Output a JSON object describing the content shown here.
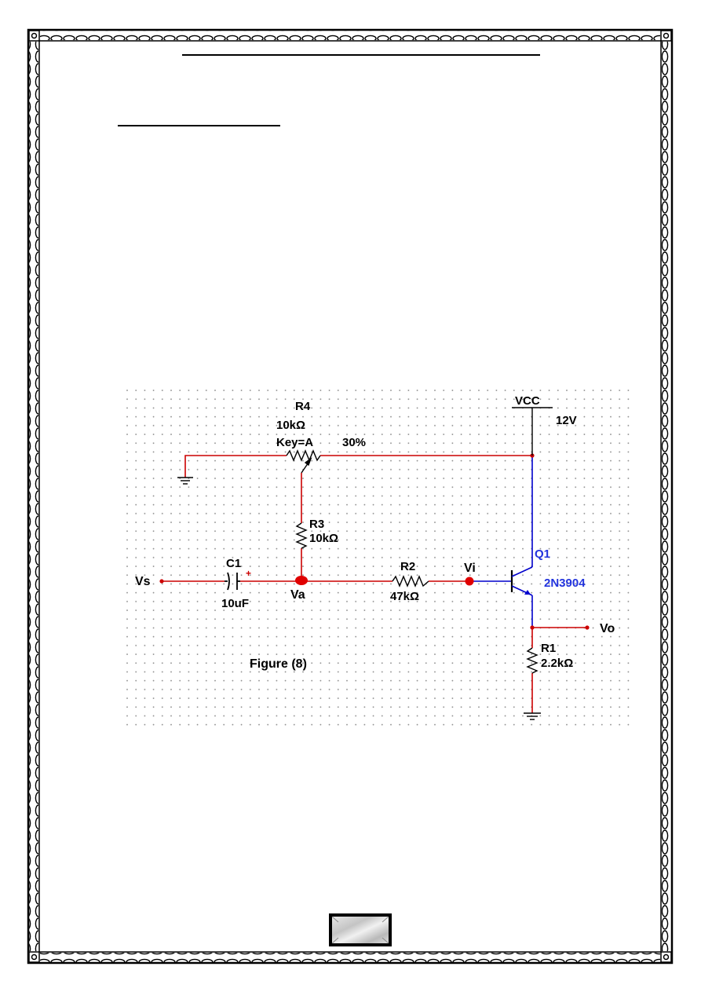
{
  "figure": {
    "caption": "Figure (8)",
    "components": {
      "r4": {
        "name": "R4",
        "value": "10kΩ",
        "key": "Key=A",
        "setting": "30%"
      },
      "r3": {
        "name": "R3",
        "value": "10kΩ"
      },
      "r2": {
        "name": "R2",
        "value": "47kΩ"
      },
      "r1": {
        "name": "R1",
        "value": "2.2kΩ"
      },
      "c1": {
        "name": "C1",
        "value": "10uF",
        "polarity": "+"
      },
      "q1": {
        "name": "Q1",
        "model": "2N3904"
      },
      "vcc": {
        "name": "VCC",
        "value": "12V"
      }
    },
    "nodes": {
      "vs": "Vs",
      "va": "Va",
      "vi": "Vi",
      "vo": "Vo"
    }
  },
  "colors": {
    "wire_red": "#cc0000",
    "wire_blue": "#0000cc",
    "transistor_label": "#2233dd",
    "border": "#000000"
  }
}
